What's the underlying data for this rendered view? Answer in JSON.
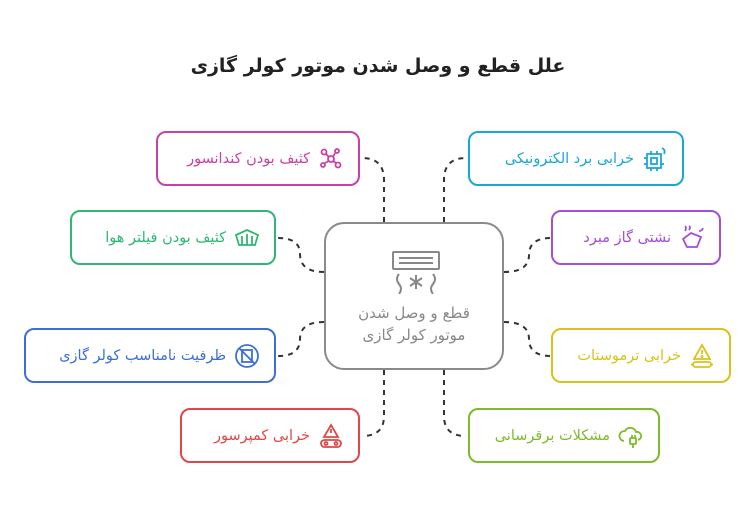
{
  "title": "علل قطع و وصل شدن موتور کولر گازی",
  "center": {
    "label_line1": "قطع و وصل شدن",
    "label_line2": "موتور کولر گازی",
    "icon": "air-conditioner-icon"
  },
  "nodes": {
    "condenser": {
      "label": "کثیف بودن کندانسور",
      "icon": "dirty-particles-icon",
      "color": "#cc3fa3"
    },
    "filter": {
      "label": "کثیف بودن فیلتر هوا",
      "icon": "air-filter-icon",
      "color": "#2eb873"
    },
    "capacity": {
      "label": "ظرفیت نامناسب کولر گازی",
      "icon": "no-fit-icon",
      "color": "#3b6fd6"
    },
    "compressor": {
      "label": "خرابی کمپرسور",
      "icon": "compressor-warning-icon",
      "color": "#e04848"
    },
    "board": {
      "label": "خرابی برد الکترونیکی",
      "icon": "circuit-chip-icon",
      "color": "#1aa7d6"
    },
    "gas": {
      "label": "نشتی گاز مبرد",
      "icon": "gas-leak-icon",
      "color": "#a34fd6"
    },
    "thermostat": {
      "label": "خرابی ترموستات",
      "icon": "thermostat-warning-icon",
      "color": "#d9c21a"
    },
    "power": {
      "label": "مشکلات برقرسانی",
      "icon": "power-plug-cloud-icon",
      "color": "#7dbb2a"
    }
  }
}
